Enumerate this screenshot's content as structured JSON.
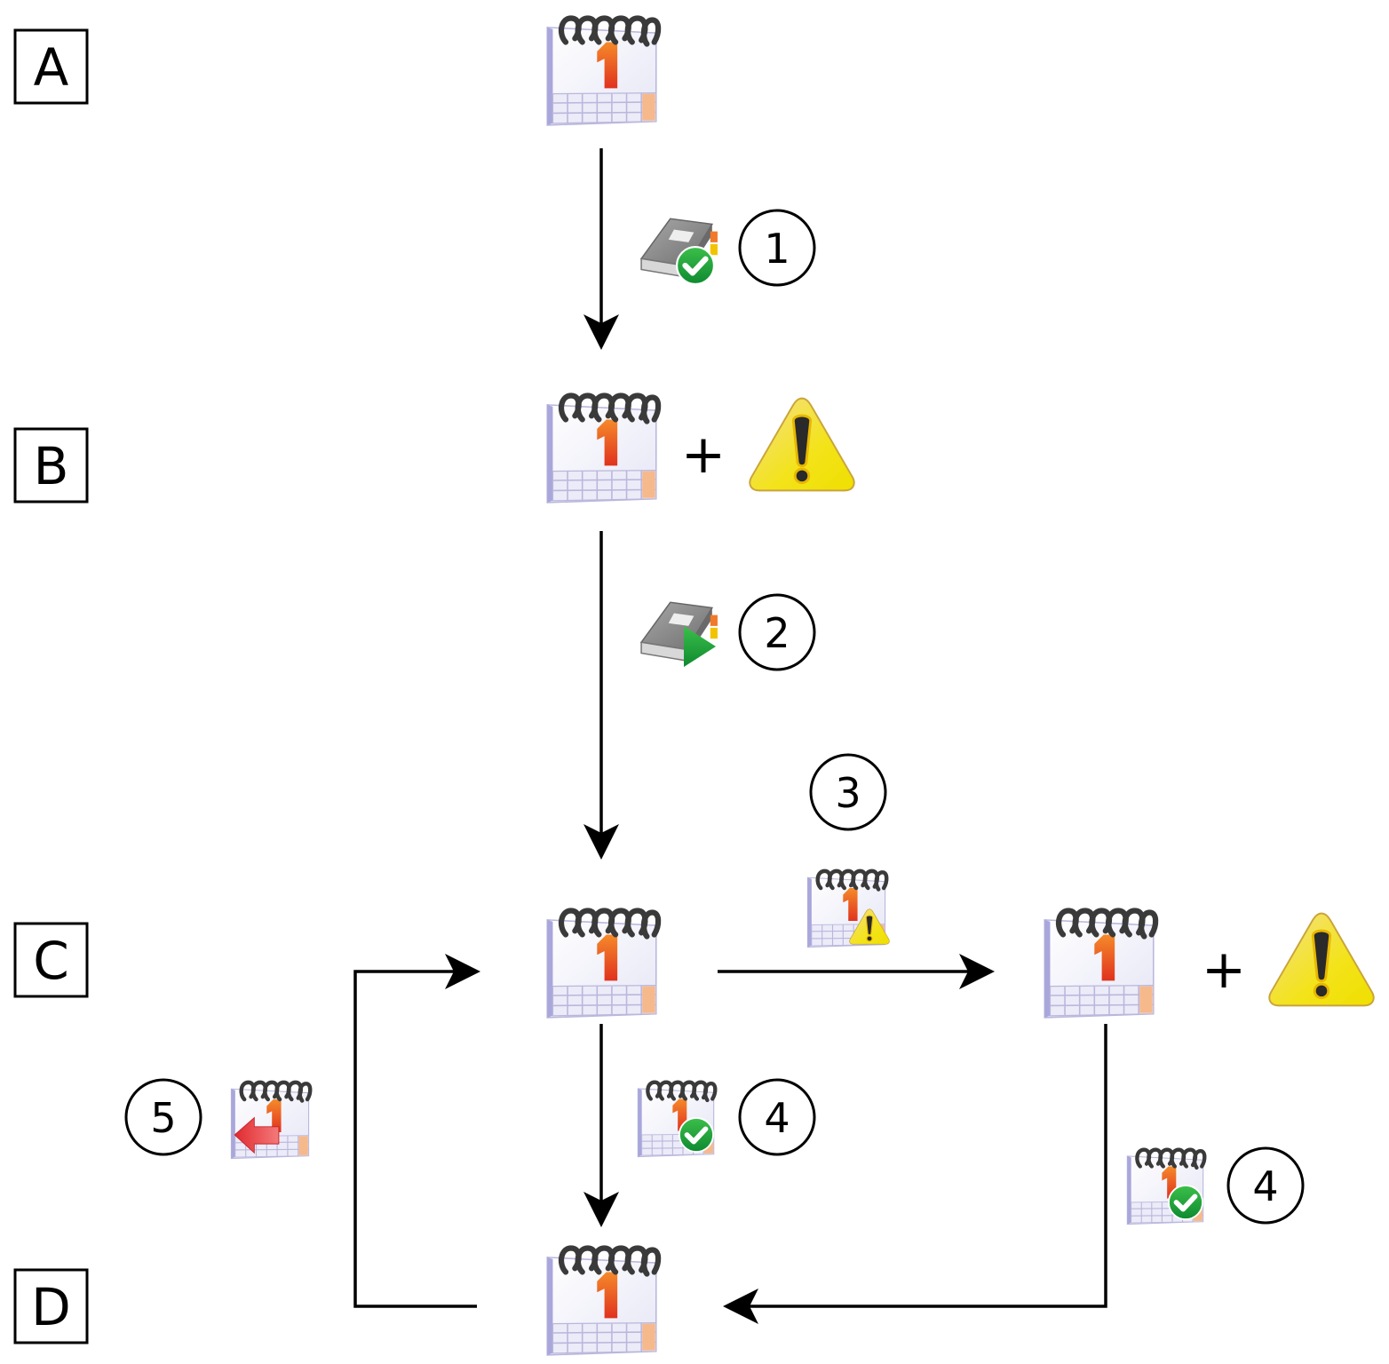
{
  "states": [
    {
      "id": "A",
      "label": "A",
      "icon": "calendar-icon"
    },
    {
      "id": "B",
      "label": "B",
      "icon": "calendar-icon",
      "extra_icon": "warning-icon",
      "plus": "+"
    },
    {
      "id": "C",
      "label": "C",
      "icon": "calendar-icon"
    },
    {
      "id": "C2",
      "label": "",
      "icon": "calendar-icon",
      "extra_icon": "warning-icon",
      "plus": "+"
    },
    {
      "id": "D",
      "label": "D",
      "icon": "calendar-icon"
    }
  ],
  "steps": [
    {
      "number": "1",
      "icon": "book-check-icon",
      "from": "A",
      "to": "B"
    },
    {
      "number": "2",
      "icon": "book-play-icon",
      "from": "B",
      "to": "C"
    },
    {
      "number": "3",
      "icon": "calendar-warning-icon",
      "from": "C",
      "to": "C2"
    },
    {
      "number": "4",
      "icon": "calendar-check-icon",
      "from": "C",
      "to": "D"
    },
    {
      "number": "4",
      "icon": "calendar-check-icon",
      "from": "C2",
      "to": "D"
    },
    {
      "number": "5",
      "icon": "calendar-back-icon",
      "from": "D",
      "to": "C"
    }
  ],
  "colors": {
    "line": "#000000",
    "calendar_number": "#e8501e",
    "calendar_grid": "#c9c6ea",
    "calendar_accent": "#f6b98c",
    "warning_fill": "#f2e000",
    "check_green": "#1a9a3a",
    "play_green": "#1f9a3a",
    "back_red": "#e8343a",
    "book_gray": "#8a8a8a"
  }
}
